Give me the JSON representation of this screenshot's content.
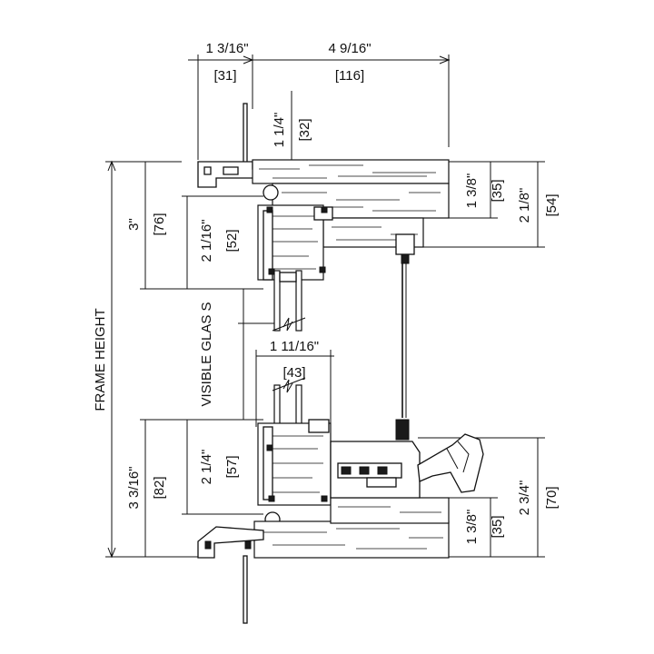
{
  "dimensions": {
    "top_left_width": "1 3/16\"",
    "top_left_width_mm": "[31]",
    "top_right_width": "4 9/16\"",
    "top_right_width_mm": "[116]",
    "head_offset": "1 1/4\"",
    "head_offset_mm": "[32]",
    "head_height": "3\"",
    "head_height_mm": "[76]",
    "head_sash": "2 1/16\"",
    "head_sash_mm": "[52]",
    "right_inner": "1 3/8\"",
    "right_inner_mm": "[35]",
    "right_outer": "2 1/8\"",
    "right_outer_mm": "[54]",
    "frame_height": "FRAME HEIGHT",
    "visible_glass": "VISIBLE GLAS S",
    "glass_width": "1 11/16\"",
    "glass_width_mm": "[43]",
    "sill_sash": "2 1/4\"",
    "sill_sash_mm": "[57]",
    "sill_height": "3 3/16\"",
    "sill_height_mm": "[82]",
    "sill_inner": "1 3/8\"",
    "sill_inner_mm": "[35]",
    "sill_outer": "2 3/4\"",
    "sill_outer_mm": "[70]"
  }
}
